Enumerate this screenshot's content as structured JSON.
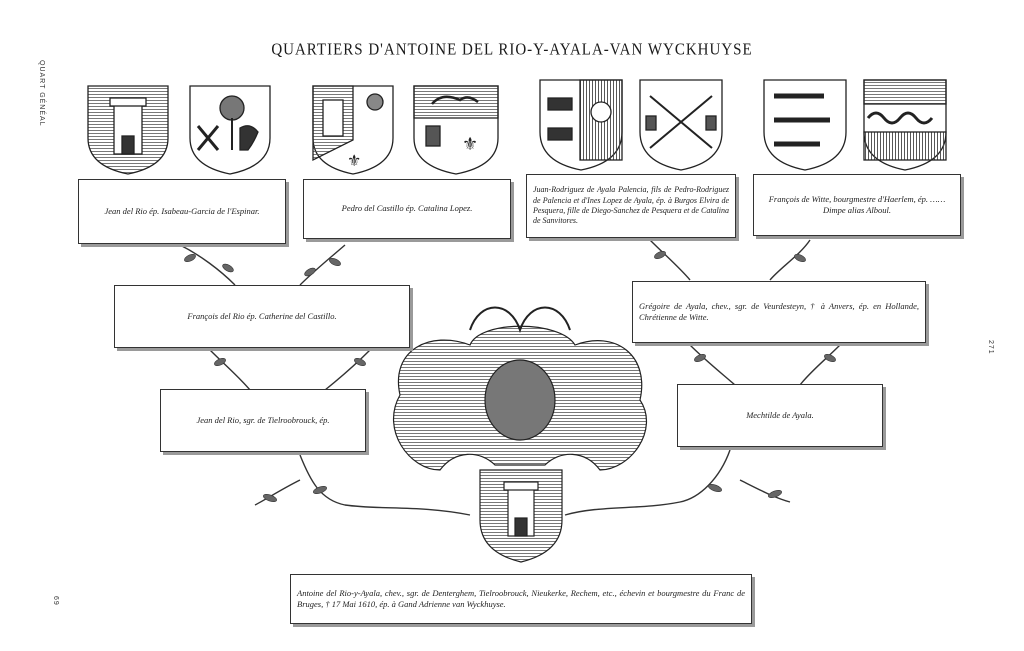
{
  "header": {
    "title": "QUARTIERS D'ANTOINE DEL RIO-Y-AYALA-VAN WYCKHUYSE",
    "side_label": "QUART GÉNÉAL",
    "page_left": "69",
    "page_right": "271"
  },
  "generation1": {
    "rio": "Jean del Rio ép. Isabeau-Garcia de l'Espinar.",
    "castillo": "Pedro del Castillo ép. Catalina Lopez.",
    "ayala": "Juan-Rodriguez de Ayala Palencia, fils de Pedro-Rodriguez de Palencia et d'Ines Lopez de Ayala, ép. à Burgos Elvira de Pesquera, fille de Diego-Sanchez de Pesquera et de Catalina de Sanvitores.",
    "witte": "François de Witte, bourgmestre d'Haerlem, ép. …… Dimpe alias Alboul."
  },
  "generation2": {
    "rio": "François del Rio ép. Catherine del Castillo.",
    "ayala": "Grégoire de Ayala, chev., sgr. de Veurdesteyn, † à Anvers, ép. en Hollande, Chrétienne de Witte."
  },
  "generation3": {
    "rio": "Jean del Rio, sgr. de Tielroobrouck, ép.",
    "ayala": "Mechtilde de Ayala."
  },
  "subject": {
    "text": "Antoine del Rio-y-Ayala, chev., sgr. de Denterghem, Tielroobrouck, Nieukerke, Rechem, etc., échevin et bourgmestre du Franc de Bruges, † 17 Mai 1610, ép. à Gand Adrienne van Wyckhuyse."
  }
}
